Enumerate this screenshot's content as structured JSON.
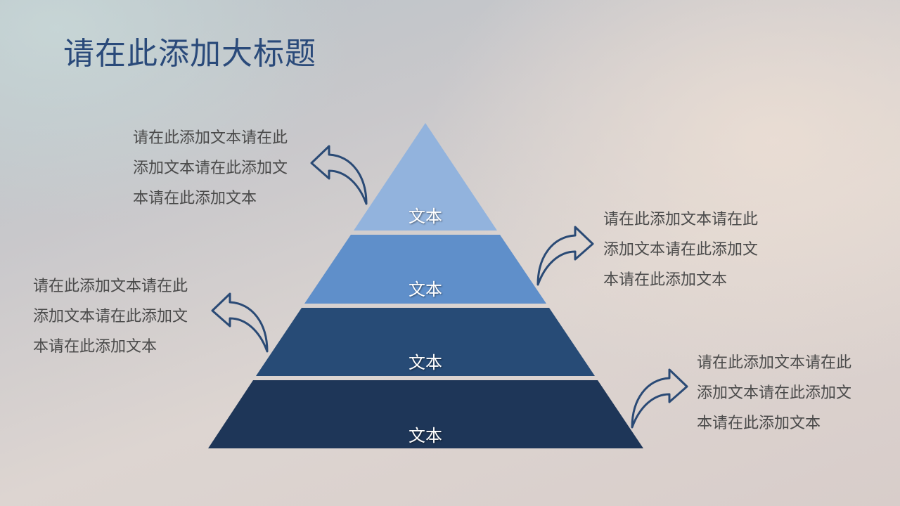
{
  "title": "请在此添加大标题",
  "pyramid": {
    "layers": [
      {
        "label": "文本",
        "color": "#92b3dd"
      },
      {
        "label": "文本",
        "color": "#5f8fca"
      },
      {
        "label": "文本",
        "color": "#274b76"
      },
      {
        "label": "文本",
        "color": "#1e3658"
      }
    ]
  },
  "arrow_color": "#2a4a75",
  "text_blocks": [
    {
      "lines": [
        "请在此添加文本请在此",
        "添加文本请在此添加文",
        "本请在此添加文本"
      ]
    },
    {
      "lines": [
        "请在此添加文本请在此",
        "添加文本请在此添加文",
        "本请在此添加文本"
      ]
    },
    {
      "lines": [
        "请在此添加文本请在此",
        "添加文本请在此添加文",
        "本请在此添加文本"
      ]
    },
    {
      "lines": [
        "请在此添加文本请在此",
        "添加文本请在此添加文",
        "本请在此添加文本"
      ]
    }
  ]
}
